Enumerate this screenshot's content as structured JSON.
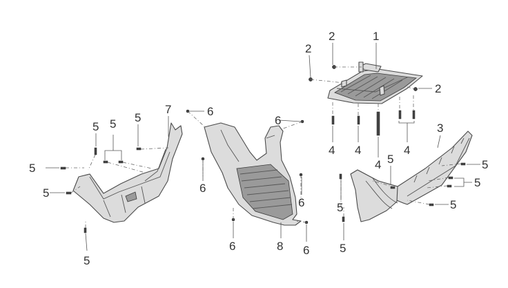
{
  "diagram": {
    "callouts": {
      "c1": "1",
      "c2a": "2",
      "c2b": "2",
      "c2c": "2",
      "c3": "3",
      "c4a": "4",
      "c4b": "4",
      "c4c": "4",
      "c4d": "4",
      "c5a": "5",
      "c5b": "5",
      "c5c": "5",
      "c5d": "5",
      "c5e": "5",
      "c5f": "5",
      "c5g": "5",
      "c5h": "5",
      "c5i": "5",
      "c5j": "5",
      "c5k": "5",
      "c5l": "5",
      "c6a": "6",
      "c6b": "6",
      "c6c": "6",
      "c6d": "6",
      "c6e": "6",
      "c6f": "6",
      "c7": "7",
      "c8": "8"
    }
  }
}
